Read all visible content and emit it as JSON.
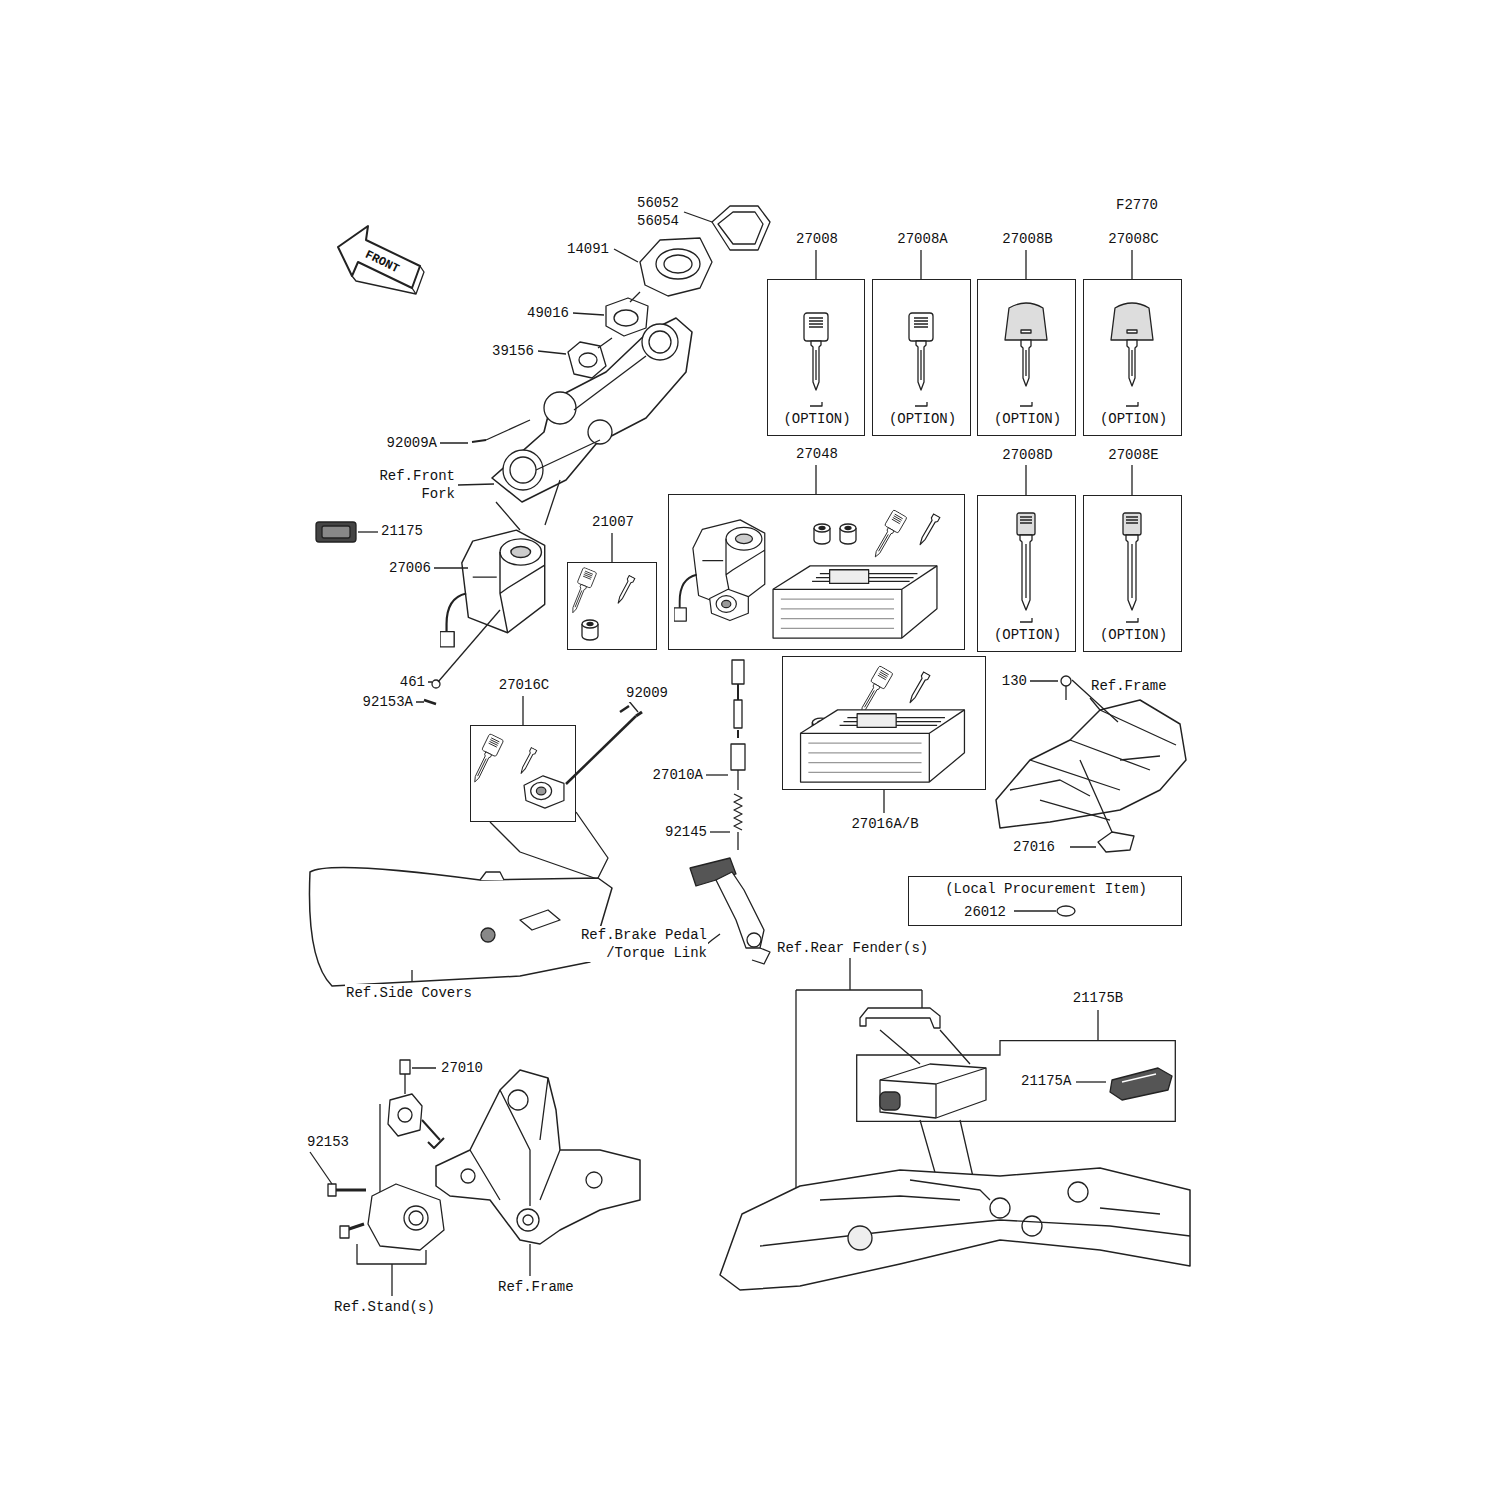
{
  "diagram": {
    "nodes": [
      {
        "text": [
          "27008",
          "(OPTION)"
        ]
      },
      {
        "text": [
          "27008A",
          "(OPTION)"
        ]
      },
      {
        "text": [
          "27008B",
          "(OPTION)"
        ]
      },
      {
        "text": [
          "27008C",
          "(OPTION)"
        ]
      },
      {
        "text": [
          "27048"
        ]
      },
      {
        "text": [
          "27008D",
          "(OPTION)"
        ]
      },
      {
        "text": [
          "27008E",
          "(OPTION)"
        ]
      },
      {
        "text": [
          "21007"
        ]
      },
      {
        "text": [
          "27016C"
        ]
      },
      {
        "text": [
          "27016A/B"
        ]
      },
      {
        "text": [
          "(Local Procurement Item)",
          "26012"
        ]
      },
      {
        "text": [
          "21175B",
          "21175A"
        ]
      }
    ],
    "labels": [
      "F2770",
      "FRONT",
      "56052",
      "56054",
      "14091",
      "49016",
      "39156",
      "92009A",
      "Ref.Front Fork",
      "21175",
      "27006",
      "461",
      "92153A",
      "92009",
      "27010A",
      "92145",
      "Ref.Brake Pedal /Torque Link",
      "Ref.Side Covers",
      "130",
      "Ref.Frame",
      "27016",
      "Ref.Rear Fender(s)",
      "27010",
      "92153",
      "Ref.Stand(s)",
      "Ref.Frame"
    ]
  }
}
